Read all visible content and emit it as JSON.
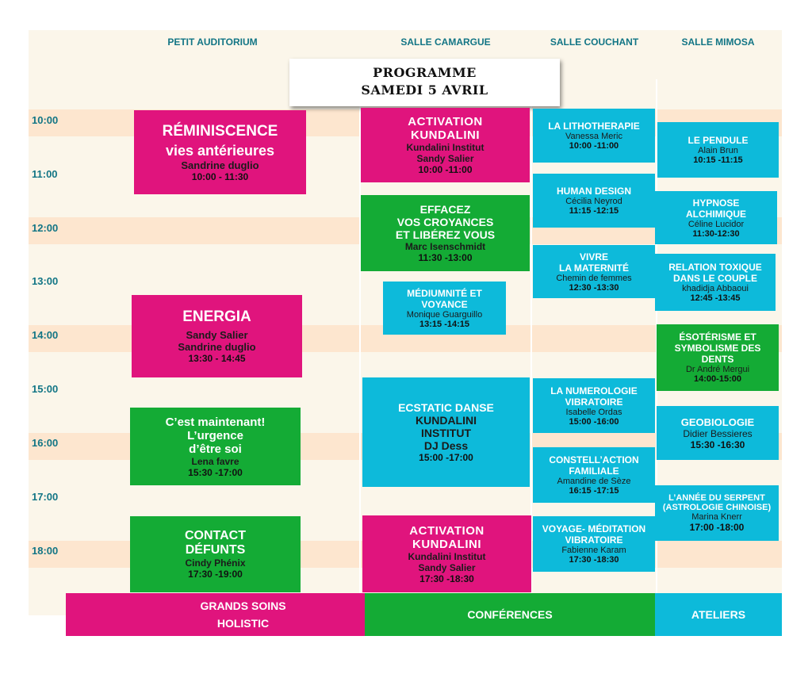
{
  "title": {
    "line1": "PROGRAMME",
    "line2": "SAMEDI 5 AVRIL"
  },
  "rooms": [
    "PETIT AUDITORIUM",
    "SALLE CAMARGUE",
    "SALLE COUCHANT",
    "SALLE MIMOSA"
  ],
  "times": [
    "10:00",
    "11:00",
    "12:00",
    "13:00",
    "14:00",
    "15:00",
    "16:00",
    "17:00",
    "18:00"
  ],
  "events": {
    "reminiscence": {
      "title1": "RÉMINISCENCE",
      "title2": "vies antérieures",
      "speaker": "Sandrine duglio",
      "time": "10:00 - 11:30"
    },
    "energia": {
      "title": "ENERGIA",
      "speaker1": "Sandy Salier",
      "speaker2": "Sandrine duglio",
      "time": "13:30 - 14:45"
    },
    "maintenant": {
      "title1": "C’est maintenant!",
      "title2": "L’urgence",
      "title3": "d’être soi",
      "speaker": "Lena favre",
      "time": "15:30 -17:00"
    },
    "contact": {
      "title1": "CONTACT",
      "title2": "DÉFUNTS",
      "speaker": "Cindy Phénix",
      "time": "17:30 -19:00"
    },
    "kundalini1": {
      "title1": "ACTIVATION",
      "title2": "KUNDALINI",
      "org": "Kundalini Institut",
      "speaker": "Sandy Salier",
      "time": "10:00 -11:00"
    },
    "effacez": {
      "title1": "EFFACEZ",
      "title2": "VOS CROYANCES",
      "title3": "ET LIBÉREZ VOUS",
      "speaker": "Marc Isenschmidt",
      "time": "11:30 -13:00"
    },
    "mediumnite": {
      "title1": "MÉDIUMNITÉ  ET",
      "title2": "VOYANCE",
      "speaker": "Monique Guarguillo",
      "time": "13:15 -14:15"
    },
    "ecstatic": {
      "title1": "ECSTATIC DANSE",
      "title2": "KUNDALINI",
      "title3": "INSTITUT",
      "speaker": "DJ Dess",
      "time": "15:00 -17:00"
    },
    "kundalini2": {
      "title1": "ACTIVATION",
      "title2": "KUNDALINI",
      "org": "Kundalini Institut",
      "speaker": "Sandy Salier",
      "time": "17:30 -18:30"
    },
    "litho": {
      "title": "LA LITHOTHERAPIE",
      "speaker": "Vanessa Meric",
      "time": "10:00 -11:00"
    },
    "human": {
      "title": "HUMAN DESIGN",
      "speaker": "Cécilia Neyrod",
      "time": "11:15 -12:15"
    },
    "maternite": {
      "title1": "VIVRE",
      "title2": "LA MATERNITÉ",
      "speaker": "Chemin de femmes",
      "time": "12:30 -13:30"
    },
    "numerologie": {
      "title1": "LA NUMEROLOGIE",
      "title2": "VIBRATOIRE",
      "speaker": "Isabelle Ordas",
      "time": "15:00 -16:00"
    },
    "constell": {
      "title1": "CONSTELL’ACTION",
      "title2": "FAMILIALE",
      "speaker": "Amandine de Sèze",
      "time": "16:15 -17:15"
    },
    "voyage": {
      "title1": "VOYAGE- MÉDITATION",
      "title2": "VIBRATOIRE",
      "speaker": "Fabienne Karam",
      "time": "17:30 -18:30"
    },
    "pendule": {
      "title": "LE PENDULE",
      "speaker": "Alain Brun",
      "time": "10:15 -11:15"
    },
    "hypnose": {
      "title1": "HYPNOSE",
      "title2": "ALCHIMIQUE",
      "speaker": "Céline Lucidor",
      "time": "11:30-12:30"
    },
    "relation": {
      "title1": "RELATION TOXIQUE",
      "title2": "DANS LE COUPLE",
      "speaker": "khadidja Abbaoui",
      "time": "12:45 -13:45"
    },
    "esoterisme": {
      "title1": "ÉSOTÉRISME ET",
      "title2": "SYMBOLISME DES",
      "title3": "DENTS",
      "speaker": "Dr André Mergui",
      "time": "14:00-15:00"
    },
    "geobiologie": {
      "title": "GEOBIOLOGIE",
      "speaker": "Didier Bessieres",
      "time": "15:30 -16:30"
    },
    "serpent": {
      "title1": "L’ANNÉE DU SERPENT",
      "title2": "(ASTROLOGIE CHINOISE)",
      "speaker": "Marina Knerr",
      "time": "17:00 -18:00"
    }
  },
  "legend": {
    "soins1": "GRANDS SOINS",
    "soins2": "HOLISTIC",
    "conferences": "CONFÉRENCES",
    "ateliers": "ATELIERS"
  },
  "colors": {
    "pink": "#e0147d",
    "green": "#14ab35",
    "cyan": "#0dbada",
    "teal_text": "#127585",
    "band": "#fde6cf",
    "background": "#fbf6ea"
  }
}
